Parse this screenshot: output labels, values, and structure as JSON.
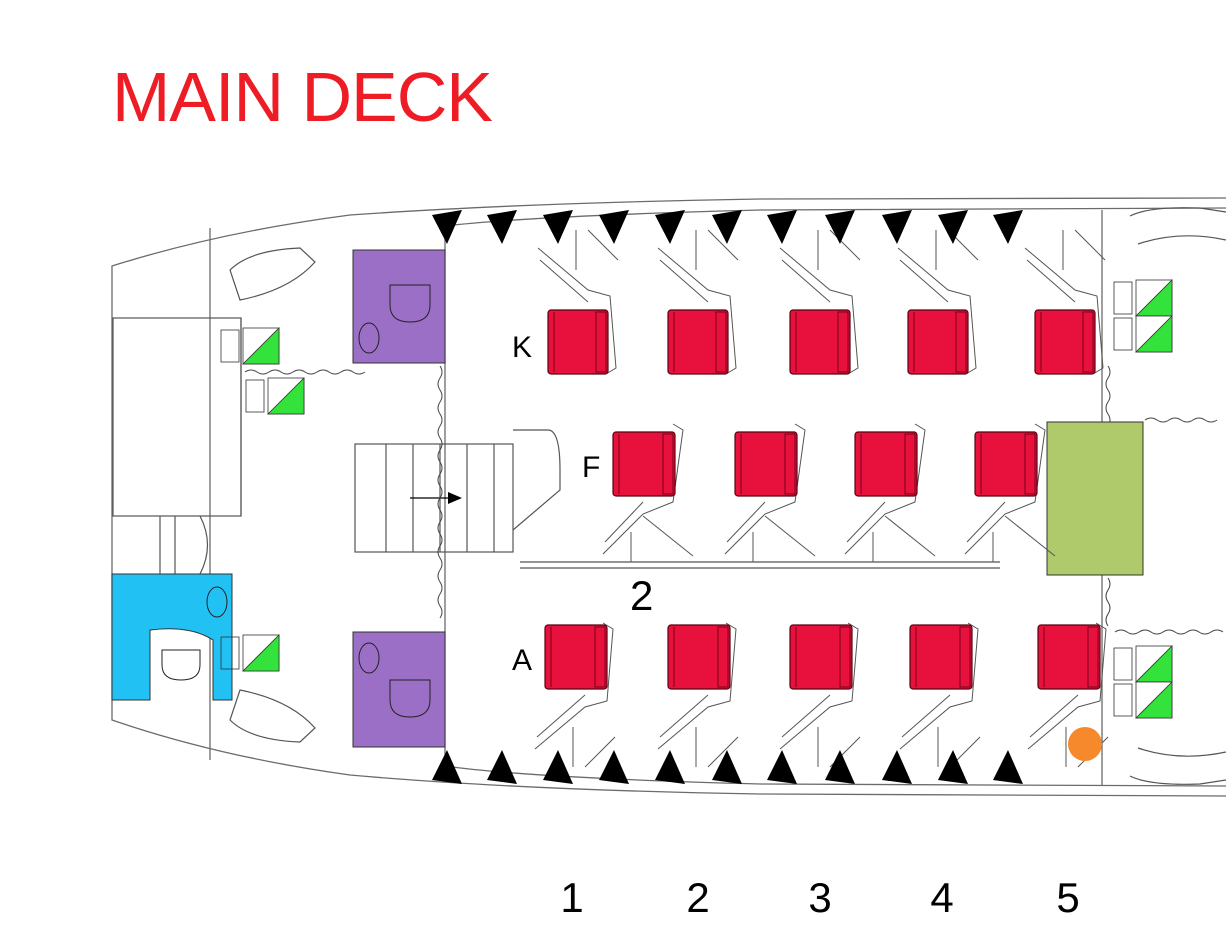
{
  "title": "MAIN DECK",
  "section_label": "2",
  "row_labels": [
    "K",
    "F",
    "A"
  ],
  "column_numbers": [
    "1",
    "2",
    "3",
    "4",
    "5"
  ],
  "colors": {
    "title": "#ee1c25",
    "seat": "#e8103c",
    "lavatory": "#9b6fc6",
    "lavatory_accessible": "#22c1f4",
    "galley": "#afca6a",
    "exit_marker": "#33e23a",
    "window": "#000000",
    "special_marker": "#f6892c"
  },
  "seat_map": {
    "K": [
      true,
      true,
      true,
      true,
      true
    ],
    "F": [
      true,
      true,
      true,
      true
    ],
    "A": [
      true,
      true,
      true,
      true,
      true
    ]
  }
}
